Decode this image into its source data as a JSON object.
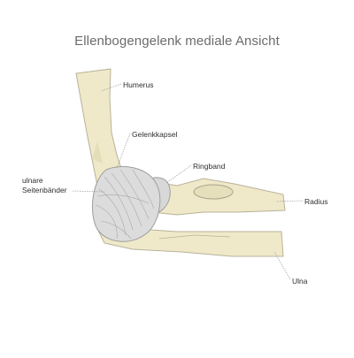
{
  "title": "Ellenbogengelenk mediale Ansicht",
  "labels": {
    "humerus": "Humerus",
    "gelenkkapsel": "Gelenkkapsel",
    "ringband": "Ringband",
    "ulnare_line1": "ulnare",
    "ulnare_line2": "Seitenbänder",
    "radius": "Radius",
    "ulna": "Ulna"
  },
  "colors": {
    "bone_fill": "#efe9c9",
    "bone_stroke": "#b8b29a",
    "capsule_fill": "#dcdcdc",
    "capsule_stroke": "#9e9e9e",
    "leader": "#9a9a9a",
    "title": "#6b6b6b"
  }
}
